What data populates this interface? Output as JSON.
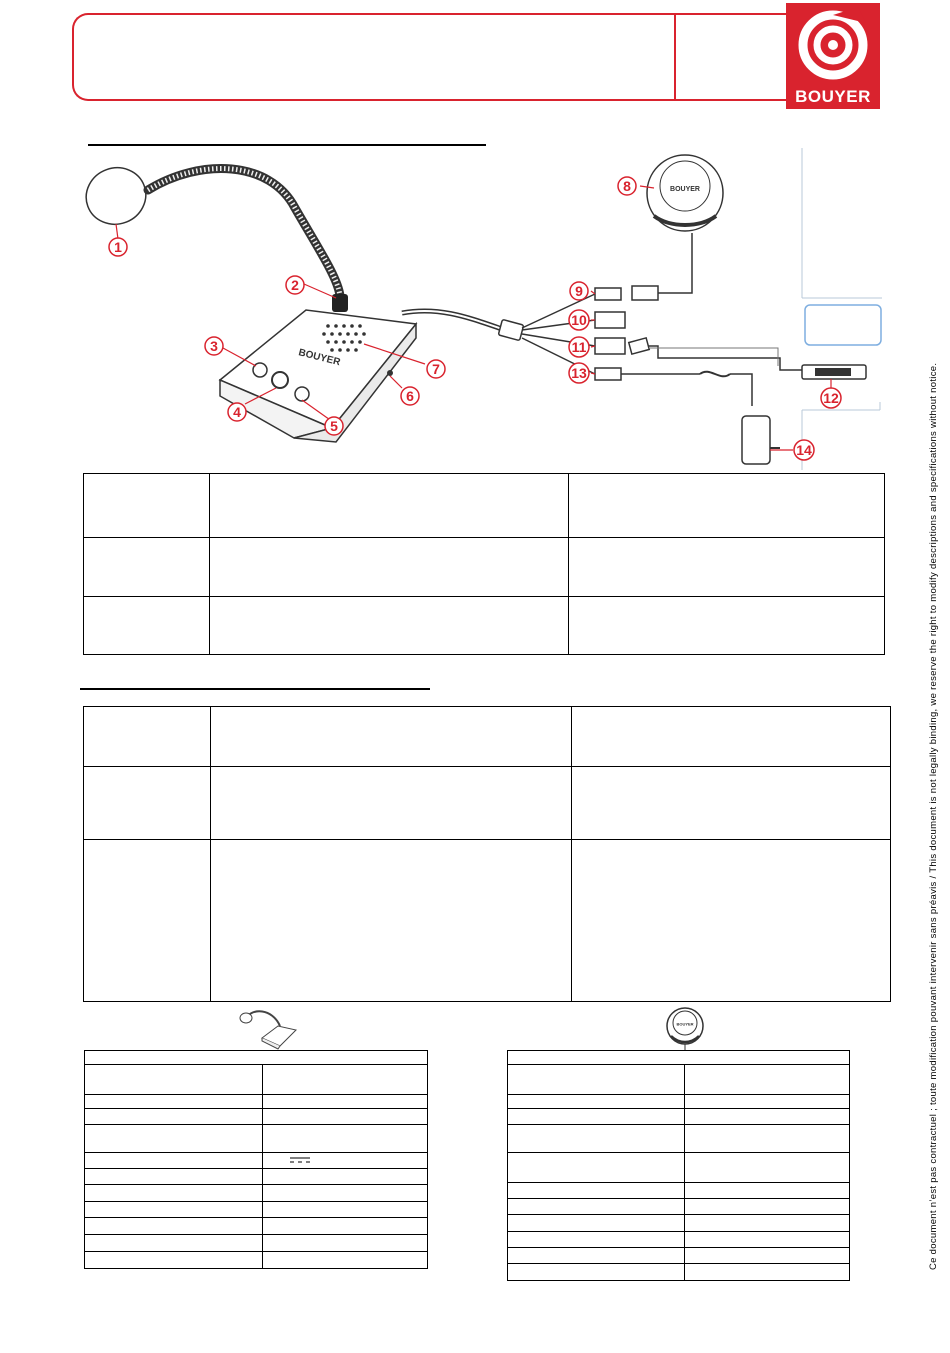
{
  "brand": {
    "name": "BOUYER",
    "color": "#d9232e"
  },
  "diagram": {
    "callouts": [
      "1",
      "2",
      "3",
      "4",
      "5",
      "6",
      "7",
      "8",
      "9",
      "10",
      "11",
      "12",
      "13",
      "14"
    ],
    "base_brand": "BOUYER",
    "speaker_brand": "BOUYER"
  },
  "spec_icons": {
    "speaker_brand": "BOUYER"
  },
  "side_note": "Ce document n’est pas contractuel ; toute modification pouvant intervenir sans préavis / This document is not legally binding, we reserve the right to modify descriptions and specifications without notice."
}
